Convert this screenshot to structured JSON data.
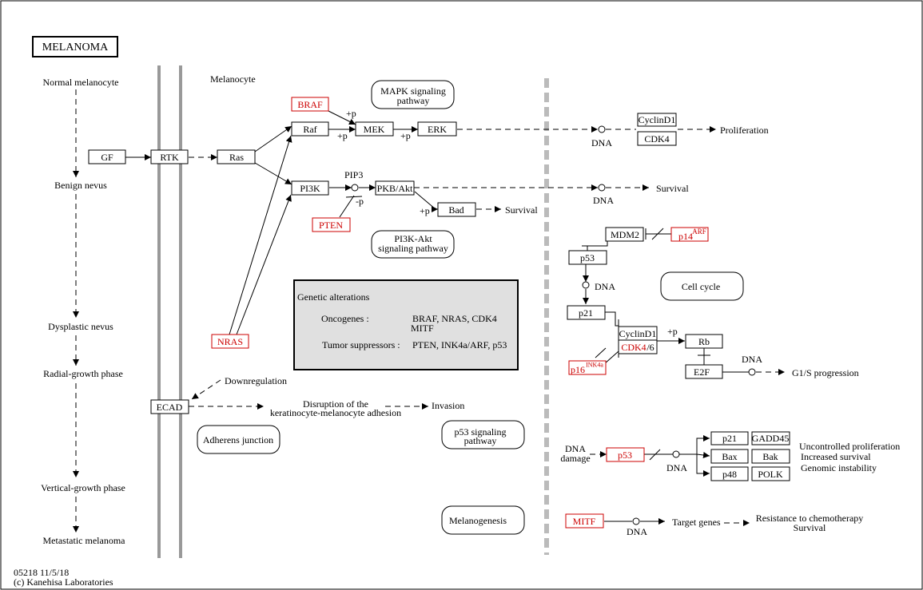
{
  "title": "MELANOMA",
  "stages": [
    "Normal melanocyte",
    "Benign nevus",
    "Dysplastic nevus",
    "Radial-growth phase",
    "Vertical-growth phase",
    "Metastatic melanoma"
  ],
  "region_label": "Melanocyte",
  "nodes": {
    "gf": "GF",
    "rtk": "RTK",
    "ras": "Ras",
    "raf": "Raf",
    "braf": "BRAF",
    "mek": "MEK",
    "erk": "ERK",
    "cyclind1": "CyclinD1",
    "cdk4": "CDK4",
    "pi3k": "PI3K",
    "pkb": "PKB/Akt",
    "bad": "Bad",
    "pten": "PTEN",
    "nras": "NRAS",
    "ecad": "ECAD",
    "mdm2": "MDM2",
    "p14": "p14",
    "p14_sup": "ARF",
    "p53": "p53",
    "p21": "p21",
    "cyclind1_b": "CyclinD1",
    "cdk46_red": "CDK4",
    "cdk46_suffix": "/6",
    "rb": "Rb",
    "e2f": "E2F",
    "p16": "p16",
    "p16_sup": "INK4a",
    "p53_b": "p53",
    "p21_b": "p21",
    "gadd45": "GADD45",
    "bax": "Bax",
    "bak": "Bak",
    "p48": "p48",
    "polk": "POLK",
    "mitf": "MITF"
  },
  "maps": {
    "mapk": [
      "MAPK signaling",
      "pathway"
    ],
    "pi3k_akt": [
      "PI3K-Akt",
      "signaling pathway"
    ],
    "cell_cycle": "Cell cycle",
    "adherens": "Adherens junction",
    "p53_signaling": [
      "p53 signaling",
      "pathway"
    ],
    "melanogenesis": "Melanogenesis"
  },
  "labels": {
    "plus_p": "+p",
    "minus_p": "-p",
    "pip3": "PIP3",
    "dna": "DNA",
    "proliferation": "Proliferation",
    "survival": "Survival",
    "downregulation": "Downregulation",
    "disruption": [
      "Disruption of the",
      "keratinocyte-melanocyte adhesion"
    ],
    "invasion": "Invasion",
    "dna_damage": [
      "DNA",
      "damage"
    ],
    "g1s": "G1/S progression",
    "outcomes": [
      "Uncontrolled proliferation",
      "Increased survival",
      "Genomic instability"
    ],
    "target_genes": "Target genes",
    "resistance": [
      "Resistance to chemotherapy",
      "Survival"
    ]
  },
  "genetic_alterations": {
    "title": "Genetic alterations",
    "oncogenes_label": "Oncogenes :",
    "oncogenes": [
      "BRAF, NRAS, CDK4",
      "MITF"
    ],
    "suppressors_label": "Tumor suppressors :",
    "suppressors": "PTEN, INK4a/ARF, p53"
  },
  "footer": {
    "id": "05218 11/5/18",
    "copyright": "(c) Kanehisa Laboratories"
  },
  "colors": {
    "mutated": "#cc0000",
    "box_fill": "#e0e0e0",
    "membrane": "#999999"
  }
}
